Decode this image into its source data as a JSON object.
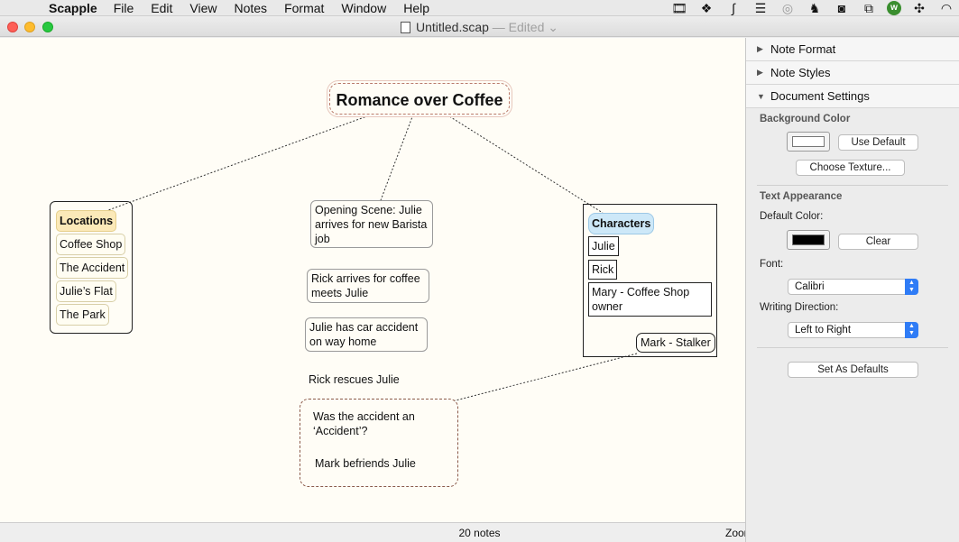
{
  "menubar": {
    "app_name": "Scapple",
    "menus": [
      "File",
      "Edit",
      "View",
      "Notes",
      "Format",
      "Window",
      "Help"
    ],
    "tray_icons": [
      "film-icon",
      "dropbox-icon",
      "s-app-icon",
      "stack-icon",
      "spiral-icon",
      "evernote-icon",
      "camera-icon",
      "window-stack-icon",
      "w-app-icon",
      "arrows-icon",
      "wifi-icon"
    ]
  },
  "window": {
    "doc_name": "Untitled.scap",
    "doc_state": "— Edited",
    "chevron": "⌄"
  },
  "canvas": {
    "background_color": "#fffdf6",
    "title_note": "Romance over Coffee",
    "locations": {
      "header": "Locations",
      "items": [
        "Coffee Shop",
        "The Accident",
        "Julie’s Flat",
        "The Park"
      ]
    },
    "scenes": [
      "Opening Scene: Julie arrives for new Barista job",
      "Rick arrives for coffee meets Julie",
      "Julie has car accident on way home",
      "Rick rescues Julie"
    ],
    "accident_cloud": {
      "line1": "Was the accident an ‘Accident’?",
      "line2": "Mark befriends Julie"
    },
    "characters": {
      "header": "Characters",
      "items": [
        "Julie",
        "Rick",
        "Mary - Coffee Shop owner",
        "Mark - Stalker"
      ]
    }
  },
  "statusbar": {
    "note_count": "20 notes",
    "zoom_label": "Zoom"
  },
  "inspector": {
    "sections": [
      "Note Format",
      "Note Styles",
      "Document Settings"
    ],
    "background_color_title": "Background Color",
    "use_default_button": "Use Default",
    "choose_texture_button": "Choose Texture...",
    "text_appearance_title": "Text Appearance",
    "default_color_label": "Default Color:",
    "clear_button": "Clear",
    "font_label": "Font:",
    "font_value": "Calibri",
    "writing_direction_label": "Writing Direction:",
    "writing_direction_value": "Left to Right",
    "set_as_defaults_button": "Set As Defaults",
    "background_swatch_color": "#ffffff",
    "text_swatch_color": "#000000"
  }
}
